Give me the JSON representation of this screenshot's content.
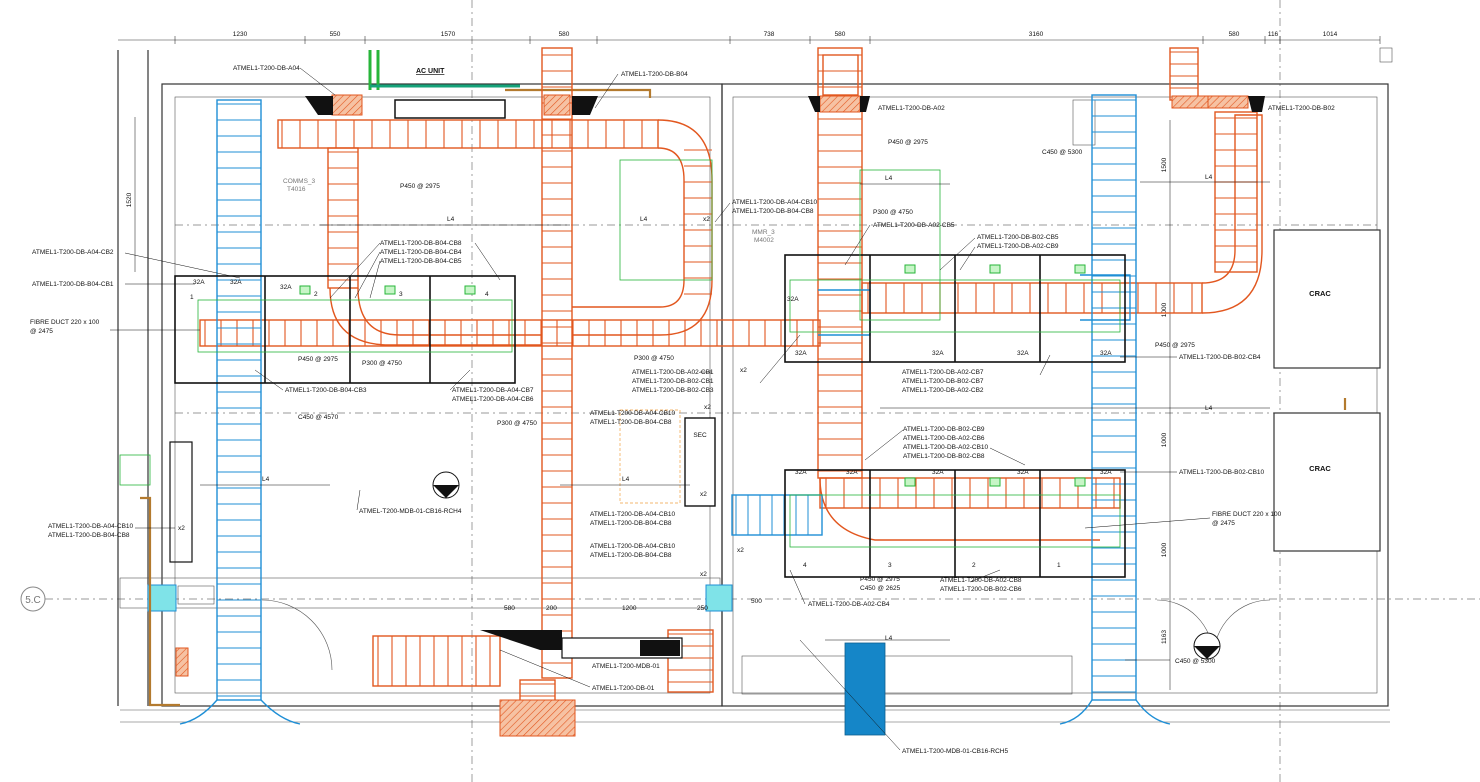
{
  "dimensions": [
    "1230",
    "550",
    "1570",
    "580",
    "738",
    "580",
    "3160",
    "580",
    "116",
    "1014",
    "1500",
    "1520",
    "1000",
    "1000",
    "1000",
    "1163",
    "500",
    "580",
    "200",
    "1200",
    "250"
  ],
  "room_labels": {
    "ac_unit": "AC UNIT",
    "comms_name": "COMMS_3",
    "comms_code": "T4016",
    "mmr_name": "MMR_3",
    "mmr_code": "M4002",
    "sec": "SEC",
    "crac_1": "CRAC",
    "crac_2": "CRAC"
  },
  "grid": {
    "bubble": "5.C"
  },
  "tray_labels": {
    "l4": "L4",
    "x2": "x2",
    "p450_2975": "P450 @ 2975",
    "p300_4750": "P300 @ 4750",
    "c450_4570": "C450 @ 4570",
    "c450_5300": "C450 @ 5300",
    "c450_2625": "C450 @ 2625",
    "fibre_duct": "FIBRE DUCT 220 x 100",
    "fibre_duct_height": "@ 2475",
    "fibre_duct_full": "FIBRE DUCT 220 x 100",
    "fibre_duct_full_h": "@ 2475",
    "breaker": "32A",
    "n1": "1",
    "n2": "2",
    "n3": "3",
    "n4": "4"
  },
  "annotations": {
    "db_a04": "ATMEL1-T200-DB-A04",
    "db_b04": "ATMEL1-T200-DB-B04",
    "db_a02": "ATMEL1-T200-DB-A02",
    "db_b02": "ATMEL1-T200-DB-B02",
    "mdb01": "ATMEL1-T200-MDB-01",
    "db01": "ATMEL1-T200-DB-01",
    "a04_cb2": "ATMEL1-T200-DB-A04-CB2",
    "b04_cb1": "ATMEL1-T200-DB-B04-CB1",
    "b04_cb8": "ATMEL1-T200-DB-B04-CB8",
    "b04_cb4": "ATMEL1-T200-DB-B04-CB4",
    "b04_cb5": "ATMEL1-T200-DB-B04-CB5",
    "b04_cb3": "ATMEL1-T200-DB-B04-CB3",
    "a04_cb7": "ATMEL1-T200-DB-A04-CB7",
    "a04_cb6": "ATMEL1-T200-DB-A04-CB6",
    "a04_cb10": "ATMEL1-T200-DB-A04-CB10",
    "b04_cb8b": "ATMEL1-T200-DB-B04-CB8",
    "a02_cb5": "ATMEL1-T200-DB-A02-CB5",
    "b02_cb5": "ATMEL1-T200-DB-B02-CB5",
    "a02_cb9": "ATMEL1-T200-DB-A02-CB9",
    "a02_cb1": "ATMEL1-T200-DB-A02-CB1",
    "b02_cb1": "ATMEL1-T200-DB-B02-CB1",
    "b02_cb3": "ATMEL1-T200-DB-B02-CB3",
    "a02_cb7": "ATMEL1-T200-DB-A02-CB7",
    "b02_cb7": "ATMEL1-T200-DB-B02-CB7",
    "a02_cb2": "ATMEL1-T200-DB-A02-CB2",
    "b02_cb4": "ATMEL1-T200-DB-B02-CB4",
    "b02_cb9": "ATMEL1-T200-DB-B02-CB9",
    "a02_cb6": "ATMEL1-T200-DB-A02-CB6",
    "a02_cb10": "ATMEL1-T200-DB-A02-CB10",
    "b02_cb8": "ATMEL1-T200-DB-B02-CB8",
    "b02_cb10": "ATMEL1-T200-DB-B02-CB10",
    "a02_cb8": "ATMEL1-T200-DB-A02-CB8",
    "b02_cb6": "ATMEL1-T200-DB-B02-CB6",
    "a02_cb4": "ATMEL1-T200-DB-A02-CB4",
    "mdb_cb16_rch4": "ATMEL-T200-MDB-01-CB16-RCH4",
    "mdb_cb16_rch5": "ATMEL1-T200-MDB-01-CB16-RCH5"
  },
  "colors": {
    "cable_ladder": "#e2571f",
    "cable_tray": "#1f8fd6",
    "equipment": "#27b53a",
    "pipe": "#b37a2e"
  }
}
